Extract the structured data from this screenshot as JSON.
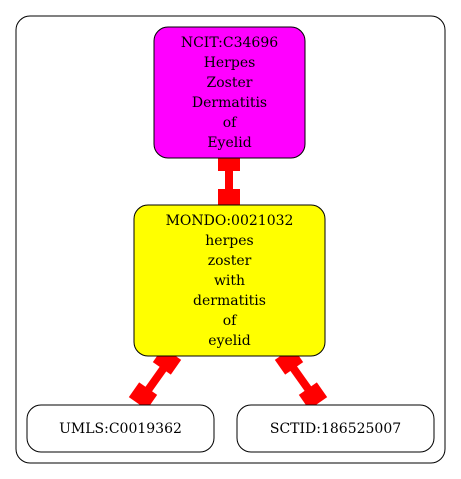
{
  "colors": {
    "background": "#ffffff",
    "cluster_border": "#000000",
    "edge": "#ff0000",
    "ncit_fill": "#ff00ff",
    "mondo_fill": "#ffff00",
    "leaf_fill": "#ffffff"
  },
  "nodes": {
    "ncit": {
      "lines": [
        "NCIT:C34696",
        "Herpes",
        "Zoster",
        "Dermatitis",
        "of",
        "Eyelid"
      ]
    },
    "mondo": {
      "lines": [
        "MONDO:0021032",
        "herpes",
        "zoster",
        "with",
        "dermatitis",
        "of",
        "eyelid"
      ]
    },
    "umls": {
      "lines": [
        "UMLS:C0019362"
      ]
    },
    "sctid": {
      "lines": [
        "SCTID:186525007"
      ]
    }
  },
  "edges": [
    {
      "from": "ncit",
      "to": "mondo"
    },
    {
      "from": "mondo",
      "to": "umls"
    },
    {
      "from": "mondo",
      "to": "sctid"
    }
  ]
}
